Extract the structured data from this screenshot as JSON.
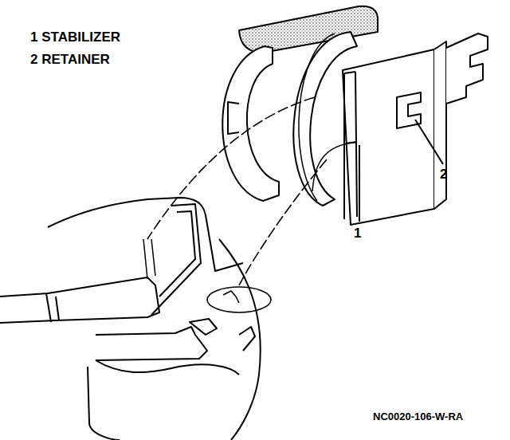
{
  "diagram": {
    "labels": [
      "1 STABILIZER",
      "2 RETAINER",
      "2",
      "1",
      "NC0020-106-W-RA"
    ]
  }
}
